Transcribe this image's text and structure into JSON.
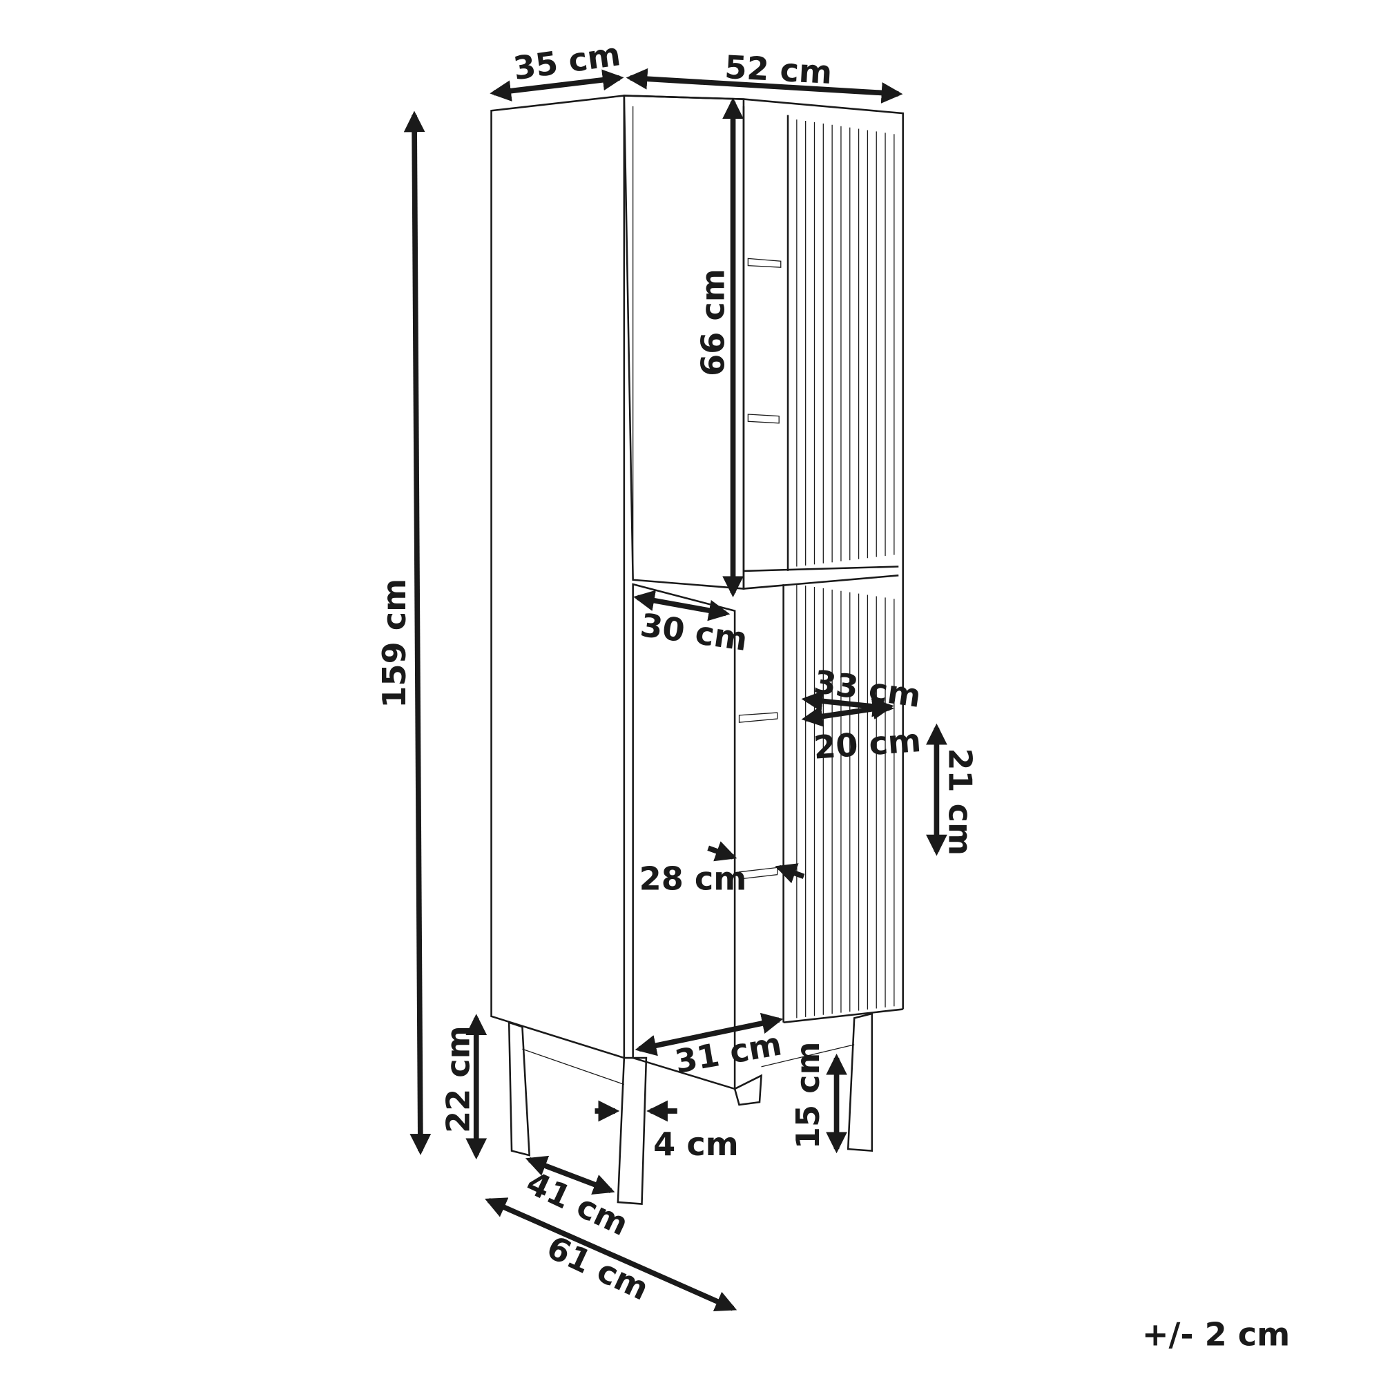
{
  "dimensions": {
    "top_depth": "35 cm",
    "top_width": "52 cm",
    "total_height": "159 cm",
    "upper_compartment_height": "66 cm",
    "door_width": "30 cm",
    "shelf_outer": "33 cm",
    "shelf_inner": "20 cm",
    "lower_shelf_gap": "21 cm",
    "shelf_depth": "28 cm",
    "lower_door_width": "31 cm",
    "leg_height": "22 cm",
    "leg_thickness": "4 cm",
    "floor_clearance": "15 cm",
    "leg_depth": "41 cm",
    "door_open_span": "61 cm"
  },
  "tolerance": "+/- 2 cm",
  "colors": {
    "line": "#1a1a1a",
    "background": "#ffffff"
  }
}
